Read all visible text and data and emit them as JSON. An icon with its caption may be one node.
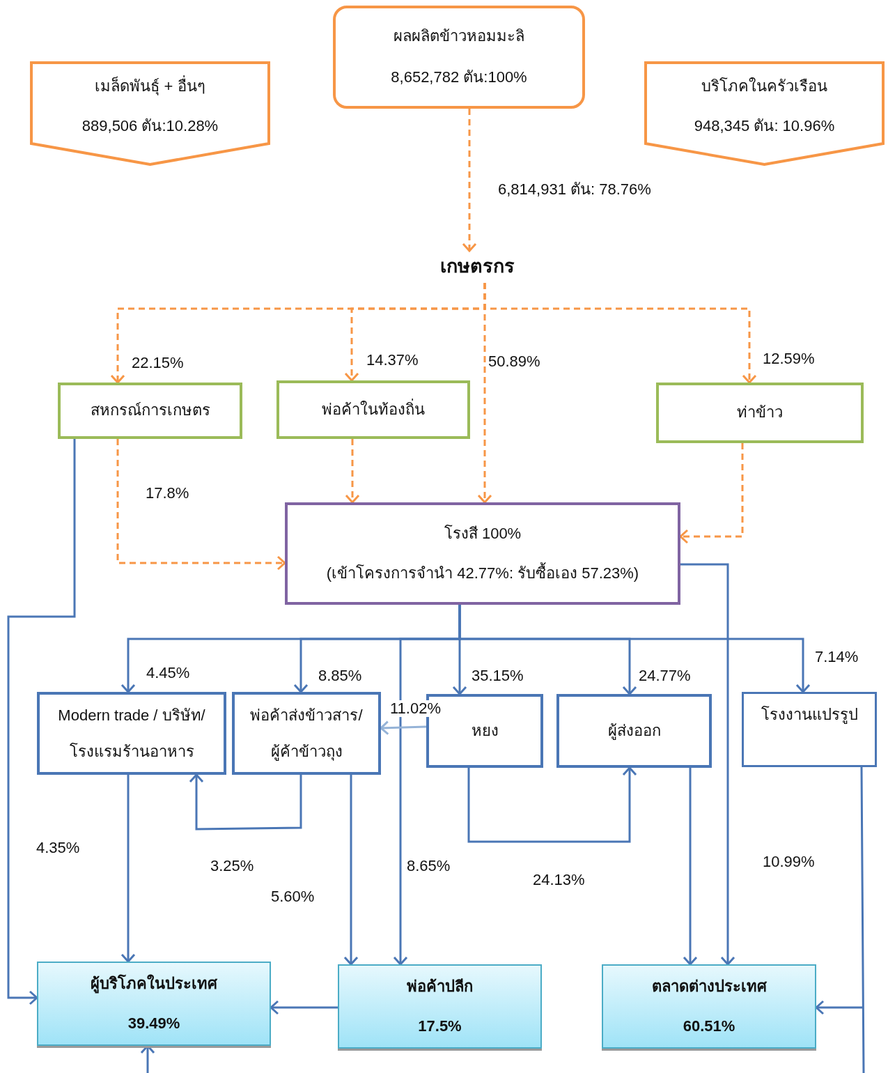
{
  "diagram": {
    "nodes": [
      {
        "text": [
          "ผลผลิตข้าวหอมมะลิ",
          "8,652,782 ตัน:100%"
        ]
      },
      {
        "text": [
          "เมล็ดพันธุ์ + อื่นๆ",
          "889,506 ตัน:10.28%"
        ]
      },
      {
        "text": [
          "บริโภคในครัวเรือน",
          "948,345 ตัน: 10.96%"
        ]
      },
      {
        "text": [
          "เกษตรกร"
        ]
      },
      {
        "text": [
          "สหกรณ์การเกษตร"
        ]
      },
      {
        "text": [
          "พ่อค้าในท้องถิ่น"
        ]
      },
      {
        "text": [
          "ท่าข้าว"
        ]
      },
      {
        "text": [
          "โรงสี 100%",
          "(เข้าโครงการจำนำ 42.77%: รับซื้อเอง 57.23%)"
        ]
      },
      {
        "text": [
          "Modern trade / บริษัท/โรงแรมร้านอาหาร"
        ]
      },
      {
        "text": [
          "พ่อค้าส่งข้าวสาร/ผู้ค้าข้าวถุง"
        ]
      },
      {
        "text": [
          "หยง"
        ]
      },
      {
        "text": [
          "ผู้ส่งออก"
        ]
      },
      {
        "text": [
          "โรงงานแปรรูป"
        ]
      },
      {
        "text": [
          "ผู้บริโภคในประเทศ",
          "39.49%"
        ]
      },
      {
        "text": [
          "พ่อค้าปลีก",
          "17.5%"
        ]
      },
      {
        "text": [
          "ตลาดต่างประเทศ",
          "60.51%"
        ]
      }
    ],
    "edges": [
      {
        "from": 0,
        "to": 3,
        "arrow": "to",
        "label": "6,814,931 ตัน: 78.76%",
        "style": "dashed",
        "color": "#f79646"
      },
      {
        "from": 3,
        "to": 4,
        "arrow": "to",
        "label": "22.15%",
        "style": "dashed",
        "color": "#f79646"
      },
      {
        "from": 3,
        "to": 5,
        "arrow": "to",
        "label": "14.37%",
        "style": "dashed",
        "color": "#f79646"
      },
      {
        "from": 3,
        "to": 7,
        "arrow": "to",
        "label": "50.89%",
        "style": "dashed",
        "color": "#f79646"
      },
      {
        "from": 3,
        "to": 6,
        "arrow": "to",
        "label": "12.59%",
        "style": "dashed",
        "color": "#f79646"
      },
      {
        "from": 4,
        "to": 7,
        "arrow": "to",
        "label": "17.8%",
        "style": "dashed",
        "color": "#f79646"
      },
      {
        "from": 5,
        "to": 7,
        "arrow": "to",
        "style": "dashed",
        "color": "#f79646"
      },
      {
        "from": 6,
        "to": 7,
        "arrow": "to",
        "style": "dashed",
        "color": "#f79646"
      },
      {
        "from": 4,
        "to": 13,
        "arrow": "to",
        "label": "4.35%"
      },
      {
        "from": 7,
        "to": 8,
        "arrow": "to",
        "label": "4.45%"
      },
      {
        "from": 7,
        "to": 9,
        "arrow": "to",
        "label": "8.85%"
      },
      {
        "from": 7,
        "to": 14,
        "arrow": "to",
        "label": "8.65%"
      },
      {
        "from": 7,
        "to": 10,
        "arrow": "to",
        "label": "35.15%"
      },
      {
        "from": 7,
        "to": 11,
        "arrow": "to",
        "label": "24.77%"
      },
      {
        "from": 7,
        "to": 12,
        "arrow": "to",
        "label": "7.14%"
      },
      {
        "from": 7,
        "to": 15,
        "arrow": "to"
      },
      {
        "from": 10,
        "to": 9,
        "arrow": "to",
        "label": "11.02%",
        "color": "#95b3d7"
      },
      {
        "from": 9,
        "to": 8,
        "arrow": "to",
        "label": "3.25%"
      },
      {
        "from": 9,
        "to": 14,
        "arrow": "to",
        "label": "5.60%"
      },
      {
        "from": 8,
        "to": 13,
        "arrow": "to"
      },
      {
        "from": 10,
        "to": 11,
        "arrow": "to",
        "label": "24.13%"
      },
      {
        "from": 11,
        "to": 15,
        "arrow": "to"
      },
      {
        "from": 12,
        "to": 15,
        "arrow": "to",
        "label": "10.99%"
      },
      {
        "from": 14,
        "to": 13,
        "arrow": "to"
      },
      {
        "from": null,
        "to": 13,
        "arrow": "to"
      }
    ]
  }
}
